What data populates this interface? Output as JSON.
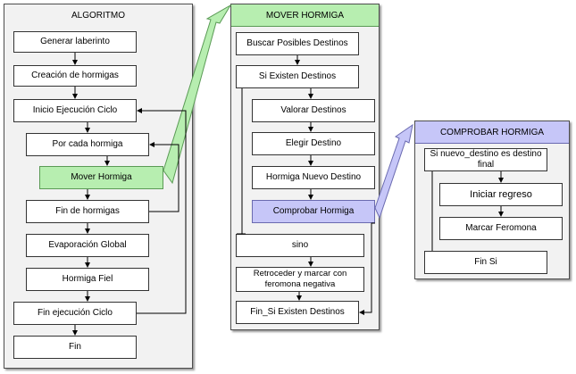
{
  "algoritmo": {
    "title": "ALGORITMO",
    "steps": {
      "generar": "Generar laberinto",
      "creacion": "Creación de hormigas",
      "inicio": "Inicio Ejecución Ciclo",
      "por_cada": "Por cada hormiga",
      "mover": "Mover Hormiga",
      "fin_hormigas": "Fin de hormigas",
      "evaporacion": "Evaporación Global",
      "fiel": "Hormiga Fiel",
      "fin_ciclo": "Fin ejecución Ciclo",
      "fin": "Fin"
    }
  },
  "mover_hormiga": {
    "title": "MOVER HORMIGA",
    "steps": {
      "buscar": "Buscar Posibles Destinos",
      "si_existen": "Si Existen Destinos",
      "valorar": "Valorar Destinos",
      "elegir": "Elegir Destino",
      "nuevo": "Hormiga Nuevo Destino",
      "comprobar": "Comprobar Hormiga",
      "sino": "sino",
      "retroceder": "Retroceder y marcar con feromona negativa",
      "fin_si": "Fin_Si Existen Destinos"
    }
  },
  "comprobar_hormiga": {
    "title": "COMPROBAR HORMIGA",
    "steps": {
      "si_nuevo": "Si nuevo_destino es destino final",
      "iniciar": "Iniciar regreso",
      "marcar": "Marcar Feromona",
      "fin_si": "Fin Si"
    }
  },
  "colors": {
    "highlight_green": "#b7eeb0",
    "highlight_blue": "#c6c6f8",
    "panel_bg": "#f2f2f2"
  }
}
